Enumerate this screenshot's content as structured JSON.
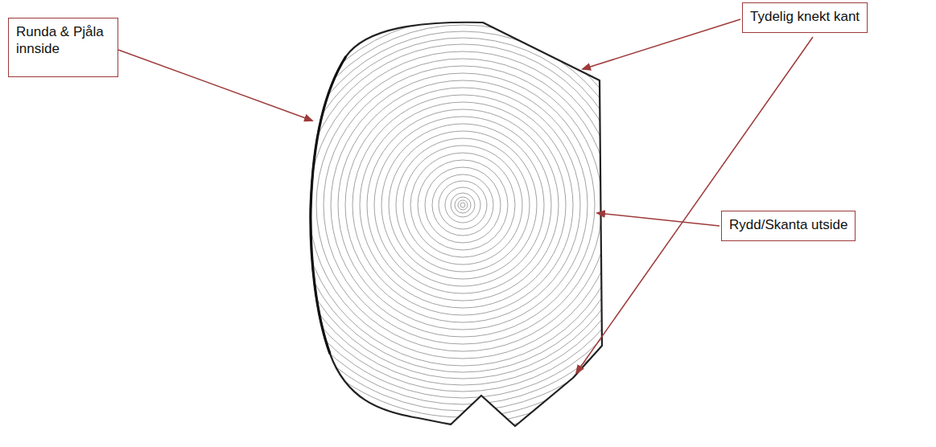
{
  "diagram": {
    "nodes": [
      {
        "text": [
          "Runda & Pjåla innside"
        ]
      },
      {
        "text": [
          "Tydelig knekt kant"
        ]
      },
      {
        "text": [
          "Rydd/Skanta utside"
        ]
      }
    ]
  }
}
